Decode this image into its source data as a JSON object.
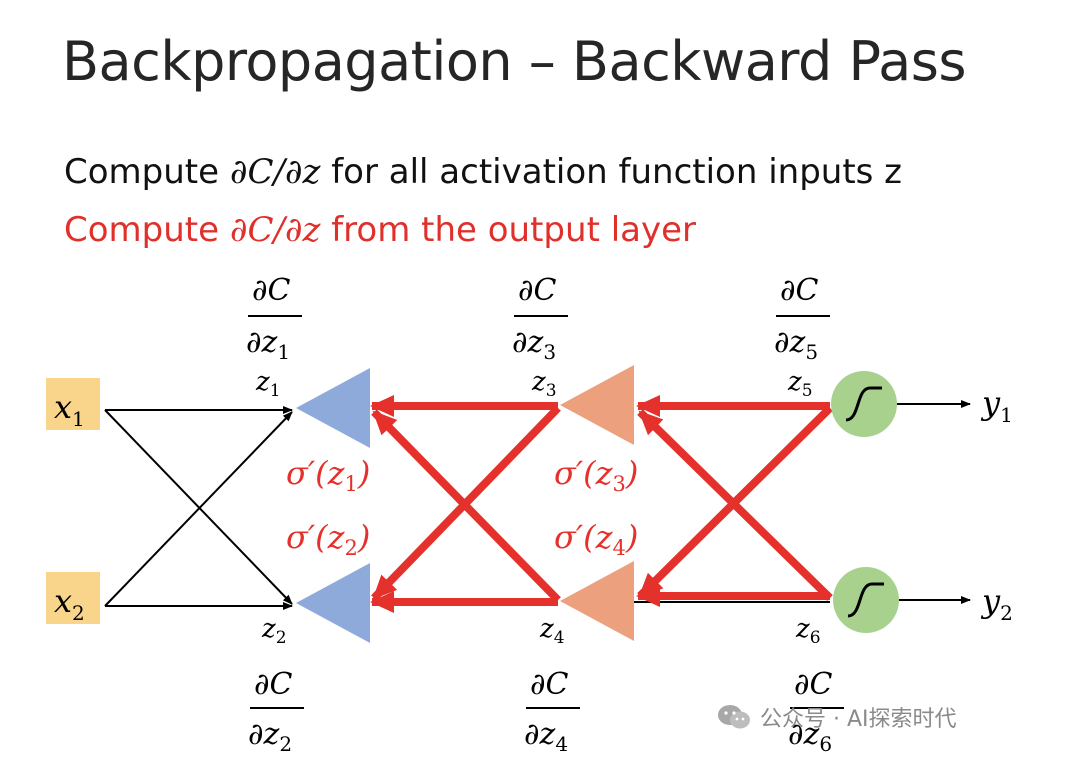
{
  "title": "Backpropagation – Backward Pass",
  "line1": {
    "pre": "Compute ",
    "math": "∂C/∂z",
    "post": " for all activation function inputs z"
  },
  "line2": {
    "pre": "Compute ",
    "math": "∂C/∂z",
    "post": " from the output layer"
  },
  "inputs": {
    "x1": "x",
    "x1_sub": "1",
    "x2": "x",
    "x2_sub": "2"
  },
  "outputs": {
    "y1": "y",
    "y1_sub": "1",
    "y2": "y",
    "y2_sub": "2"
  },
  "z_labels": {
    "z": "z",
    "z1": "1",
    "z2": "2",
    "z3": "3",
    "z4": "4",
    "z5": "5",
    "z6": "6"
  },
  "grad": {
    "num": "∂C",
    "den": "∂z"
  },
  "sigma": {
    "prefix": "σ′(z",
    "suffix": ")",
    "s1": "1",
    "s2": "2",
    "s3": "3",
    "s4": "4"
  },
  "watermark": "公众号 · AI探索时代",
  "colors": {
    "input_box": "#f8d58a",
    "layer1": "#8eaadb",
    "layer2": "#eda07e",
    "output_node": "#a9d18e",
    "red": "#e5312b",
    "black": "#000000"
  }
}
